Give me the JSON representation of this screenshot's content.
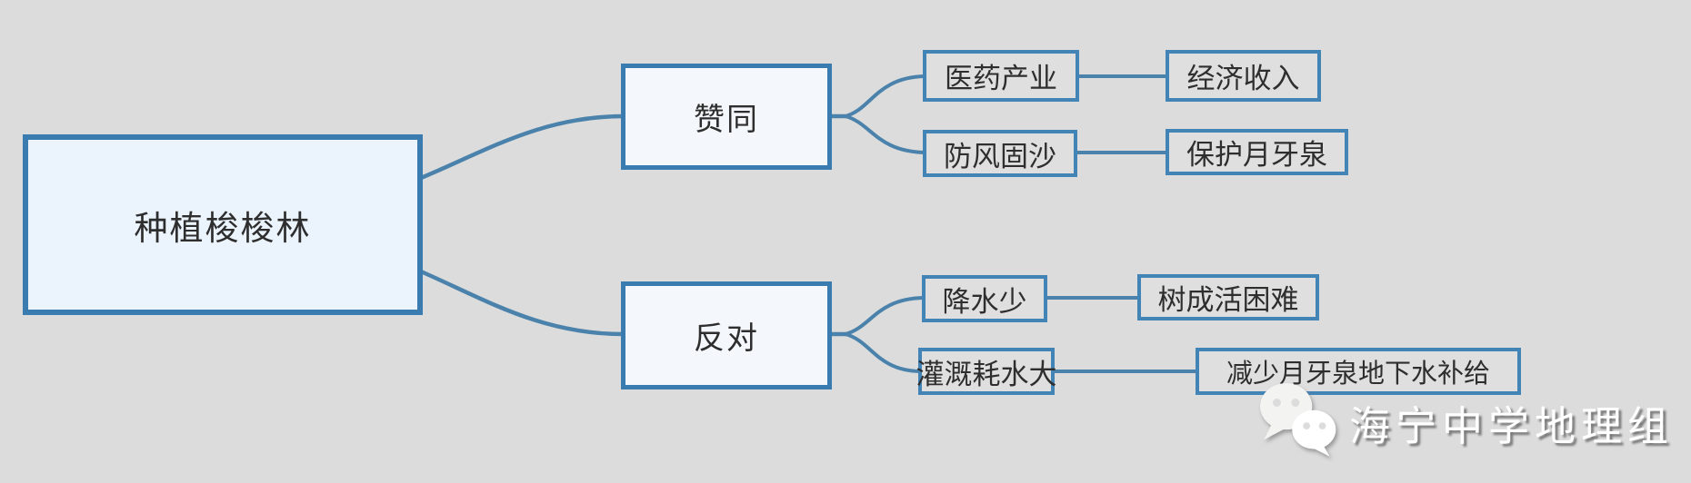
{
  "diagram": {
    "title_hint": "mind map about planting saxaul forest",
    "root": {
      "label": "种植梭梭林"
    },
    "branches": [
      {
        "label": "赞同",
        "children": [
          {
            "cause": "医药产业",
            "effect": "经济收入"
          },
          {
            "cause": "防风固沙",
            "effect": "保护月牙泉"
          }
        ]
      },
      {
        "label": "反对",
        "children": [
          {
            "cause": "降水少",
            "effect": "树成活困难"
          },
          {
            "cause": "灌溉耗水大",
            "effect": "减少月牙泉地下水补给"
          }
        ]
      }
    ]
  },
  "watermark": {
    "text": "海宁中学地理组",
    "icon": "wechat-icon"
  },
  "colors": {
    "background": "#dcdcdc",
    "box_border_blue": "#3a7cb0",
    "root_fill": "#ebf3fc",
    "branch_fill": "#f4f8fc",
    "leaf_fill": "#dfdfdf",
    "connector_blue": "#4a82ab",
    "node_text": "#2e2e2e",
    "watermark_text": "#ffffff"
  }
}
